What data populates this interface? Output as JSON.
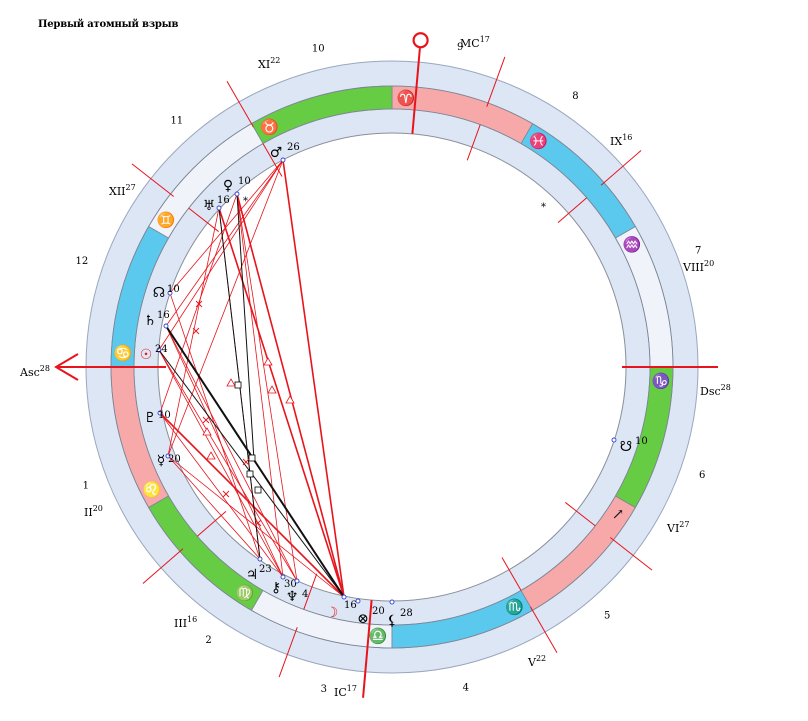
{
  "title": "Первый атомный взрыв",
  "colors": {
    "outer_ring": "#dde6f5",
    "fire": "#f7a8a8",
    "earth": "#66cc44",
    "air": "#f0f3fa",
    "water": "#5bc8ee",
    "axis": "#e8141c",
    "aspect_red": "#e8141c",
    "aspect_black": "#111111",
    "glyph_purple": "#6a3a8a"
  },
  "houses": [
    "1",
    "2",
    "3",
    "4",
    "5",
    "6",
    "7",
    "8",
    "9",
    "10",
    "11",
    "12"
  ],
  "cusps": [
    {
      "name": "Asc",
      "deg": "28"
    },
    {
      "name": "II",
      "deg": "20"
    },
    {
      "name": "III",
      "deg": "16"
    },
    {
      "name": "IC",
      "deg": "17"
    },
    {
      "name": "V",
      "deg": "22"
    },
    {
      "name": "VI",
      "deg": "27"
    },
    {
      "name": "Dsc",
      "deg": "28"
    },
    {
      "name": "VIII",
      "deg": "20"
    },
    {
      "name": "IX",
      "deg": "16"
    },
    {
      "name": "MC",
      "deg": "17"
    },
    {
      "name": "XI",
      "deg": "22"
    },
    {
      "name": "XII",
      "deg": "27"
    }
  ],
  "signs": [
    {
      "name": "cancer",
      "glyph": "♋",
      "element": "water"
    },
    {
      "name": "leo",
      "glyph": "♌",
      "element": "fire"
    },
    {
      "name": "virgo",
      "glyph": "♍",
      "element": "earth"
    },
    {
      "name": "libra",
      "glyph": "♎",
      "element": "air"
    },
    {
      "name": "scorpio",
      "glyph": "♏",
      "element": "water"
    },
    {
      "name": "sagittarius",
      "glyph": "↗",
      "element": "fire"
    },
    {
      "name": "capricorn",
      "glyph": "♑",
      "element": "earth"
    },
    {
      "name": "aquarius",
      "glyph": "♒",
      "element": "air"
    },
    {
      "name": "pisces",
      "glyph": "♓",
      "element": "water"
    },
    {
      "name": "aries",
      "glyph": "♈",
      "element": "fire"
    },
    {
      "name": "taurus",
      "glyph": "♉",
      "element": "earth"
    },
    {
      "name": "gemini",
      "glyph": "♊",
      "element": "air"
    }
  ],
  "planets": [
    {
      "name": "mars",
      "glyph": "♂",
      "deg": "26",
      "color": "#000000"
    },
    {
      "name": "venus",
      "glyph": "♀",
      "deg": "10",
      "color": "#000000"
    },
    {
      "name": "uranus",
      "glyph": "♅",
      "deg": "16",
      "color": "#000000"
    },
    {
      "name": "north-node",
      "glyph": "☊",
      "deg": "10",
      "color": "#000000"
    },
    {
      "name": "saturn",
      "glyph": "♄",
      "deg": "16",
      "color": "#000000"
    },
    {
      "name": "sun",
      "glyph": "☉",
      "deg": "24",
      "color": "#e8141c"
    },
    {
      "name": "pluto",
      "glyph": "♇",
      "deg": "10",
      "color": "#000000"
    },
    {
      "name": "mercury",
      "glyph": "☿",
      "deg": "20",
      "color": "#000000"
    },
    {
      "name": "jupiter",
      "glyph": "♃",
      "deg": "23",
      "color": "#000000"
    },
    {
      "name": "chiron",
      "glyph": "⚷",
      "deg": "30",
      "color": "#000000"
    },
    {
      "name": "neptune",
      "glyph": "♆",
      "deg": "4",
      "color": "#000000"
    },
    {
      "name": "moon",
      "glyph": "☽",
      "deg": "16",
      "color": "#e8141c"
    },
    {
      "name": "part-of-fortune",
      "glyph": "⊗",
      "deg": "20",
      "color": "#000000"
    },
    {
      "name": "lilith",
      "glyph": "⚸",
      "deg": "28",
      "color": "#000000"
    },
    {
      "name": "south-node",
      "glyph": "☋",
      "deg": "10",
      "color": "#000000"
    }
  ],
  "markers": [
    "*",
    "*"
  ]
}
